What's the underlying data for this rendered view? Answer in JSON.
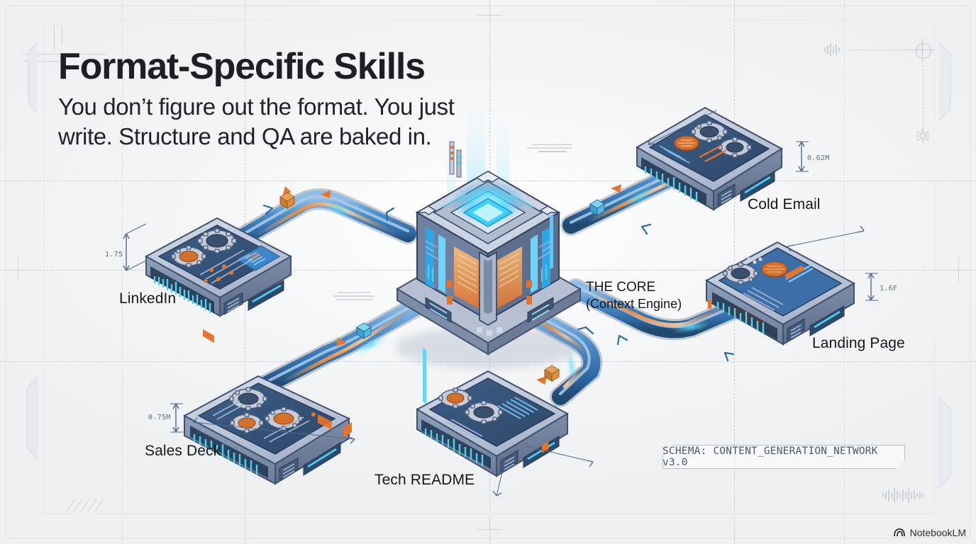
{
  "header": {
    "title": "Format-Specific Skills",
    "subtitle": "You don’t figure out the format. You just write. Structure and QA are baked in."
  },
  "core": {
    "name": "THE CORE",
    "subname": "(Context Engine)"
  },
  "nodes": [
    {
      "id": "linkedin",
      "label": "LinkedIn",
      "dimension": "1.75"
    },
    {
      "id": "sales-deck",
      "label": "Sales Deck",
      "dimension": "0.75M"
    },
    {
      "id": "tech-readme",
      "label": "Tech README",
      "dimension": ""
    },
    {
      "id": "cold-email",
      "label": "Cold Email",
      "dimension": "0.62M"
    },
    {
      "id": "landing-page",
      "label": "Landing Page",
      "dimension": "1.6F"
    }
  ],
  "schema": {
    "label": "SCHEMA: CONTENT_GENERATION_NETWORK v3.0"
  },
  "watermark": {
    "label": "NotebookLM"
  },
  "colors": {
    "background": "#f2f3f5",
    "guide": "#c9ced6",
    "ink": "#1d1f24",
    "device_body": "#8e9bb4",
    "device_top": "#b9c2d4",
    "accent_cyan": "#3fd0ff",
    "accent_blue": "#2a7fd4",
    "accent_orange": "#e8732a",
    "dim_line": "#4f6a8f"
  }
}
